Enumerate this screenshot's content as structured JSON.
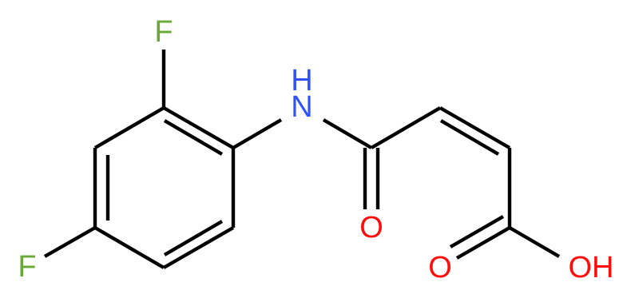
{
  "molecule": {
    "atoms": {
      "f_top": {
        "symbol": "F",
        "color": "#6aa83a"
      },
      "f_left": {
        "symbol": "F",
        "color": "#6aa83a"
      },
      "nh": {
        "symbol": "N",
        "h": "H",
        "color": "#3050f8"
      },
      "o_amide": {
        "symbol": "O",
        "color": "#ff0d0d"
      },
      "o_acid": {
        "symbol": "O",
        "color": "#ff0d0d"
      },
      "oh": {
        "symbol": "OH",
        "color": "#ff0d0d"
      }
    },
    "bond_color": "#000000"
  }
}
